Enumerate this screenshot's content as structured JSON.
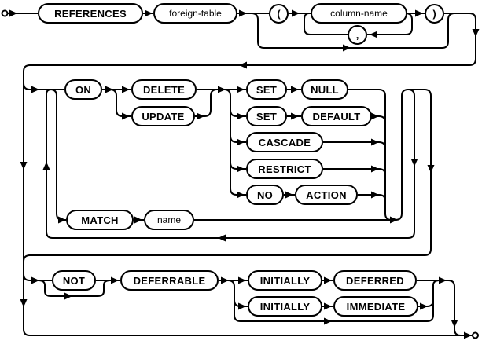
{
  "diagram": {
    "colors": {
      "line": "#000000",
      "background": "#ffffff",
      "box_fill": "#ffffff"
    },
    "nodes": {
      "references": {
        "label": "REFERENCES"
      },
      "foreign_table": {
        "label": "foreign-table"
      },
      "lparen": {
        "label": "("
      },
      "column_name": {
        "label": "column-name"
      },
      "rparen": {
        "label": ")"
      },
      "comma": {
        "label": ","
      },
      "on": {
        "label": "ON"
      },
      "delete": {
        "label": "DELETE"
      },
      "update": {
        "label": "UPDATE"
      },
      "set1": {
        "label": "SET"
      },
      "null1": {
        "label": "NULL"
      },
      "set2": {
        "label": "SET"
      },
      "default1": {
        "label": "DEFAULT"
      },
      "cascade": {
        "label": "CASCADE"
      },
      "restrict": {
        "label": "RESTRICT"
      },
      "no": {
        "label": "NO"
      },
      "action": {
        "label": "ACTION"
      },
      "match": {
        "label": "MATCH"
      },
      "name": {
        "label": "name"
      },
      "not": {
        "label": "NOT"
      },
      "deferrable": {
        "label": "DEFERRABLE"
      },
      "initially1": {
        "label": "INITIALLY"
      },
      "deferred": {
        "label": "DEFERRED"
      },
      "initially2": {
        "label": "INITIALLY"
      },
      "immediate": {
        "label": "IMMEDIATE"
      }
    }
  }
}
